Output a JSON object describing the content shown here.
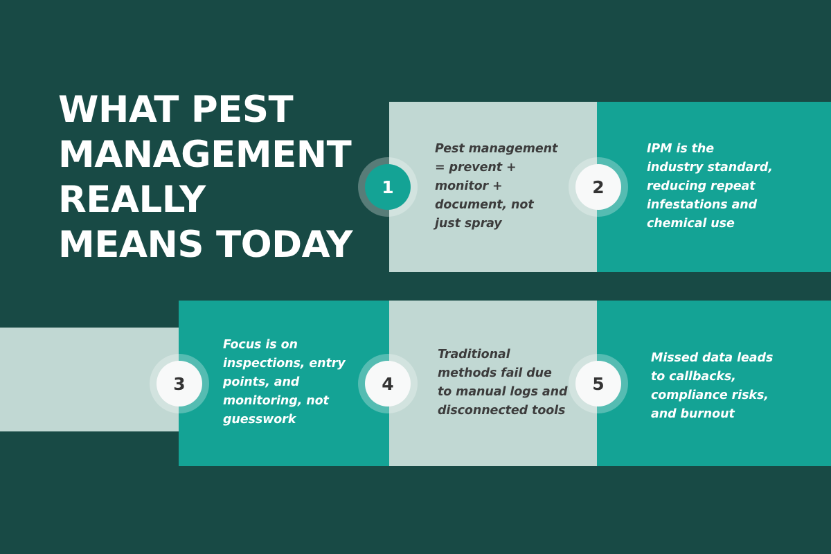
{
  "theme": {
    "background": "#184a45",
    "panel_light": "#c1d8d3",
    "panel_teal": "#14a395",
    "title_color": "#ffffff",
    "dark_text": "#3c3c3c",
    "badge_solid_fill": "#14a395",
    "badge_hollow_fill": "#f8f9f9",
    "badge_ring": "rgba(255,255,255,0.28)"
  },
  "title": {
    "full": "WHAT PEST MANAGEMENT REALLY MEANS TODAY",
    "lines": [
      "WHAT PEST",
      "MANAGEMENT",
      "REALLY",
      "MEANS TODAY"
    ]
  },
  "items": [
    {
      "number": "1",
      "text": "Pest management = prevent + monitor + document, not just spray",
      "panel_style": "light",
      "badge_style": "solid"
    },
    {
      "number": "2",
      "text": "IPM is the industry standard, reducing repeat infestations and chemical use",
      "panel_style": "teal",
      "badge_style": "hollow"
    },
    {
      "number": "3",
      "text": "Focus is on inspections, entry points, and monitoring, not guesswork",
      "panel_style": "teal",
      "badge_style": "hollow"
    },
    {
      "number": "4",
      "text": "Traditional methods fail due to manual logs and disconnected tools",
      "panel_style": "light",
      "badge_style": "hollow"
    },
    {
      "number": "5",
      "text": "Missed data leads to callbacks, compliance risks, and burnout",
      "panel_style": "teal",
      "badge_style": "hollow"
    }
  ]
}
